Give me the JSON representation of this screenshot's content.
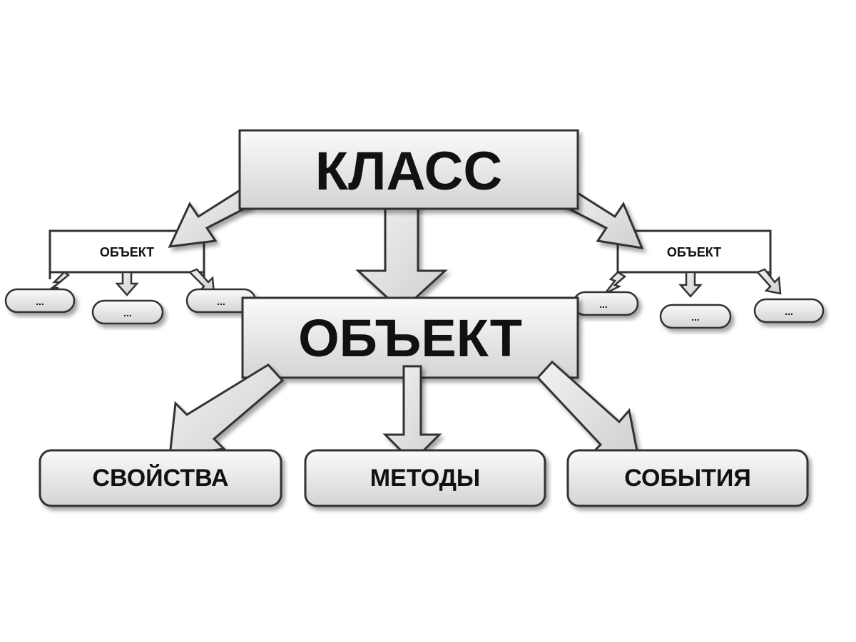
{
  "diagram": {
    "class_label": "КЛАСС",
    "object_label": "ОБЪЕКТ",
    "side_objects": [
      {
        "label": "ОБЪЕКТ",
        "children": [
          "...",
          "...",
          "..."
        ]
      },
      {
        "label": "ОБЪЕКТ",
        "children": [
          "...",
          "...",
          "..."
        ]
      }
    ],
    "members": [
      "СВОЙСТВА",
      "МЕТОДЫ",
      "СОБЫТИЯ"
    ]
  }
}
